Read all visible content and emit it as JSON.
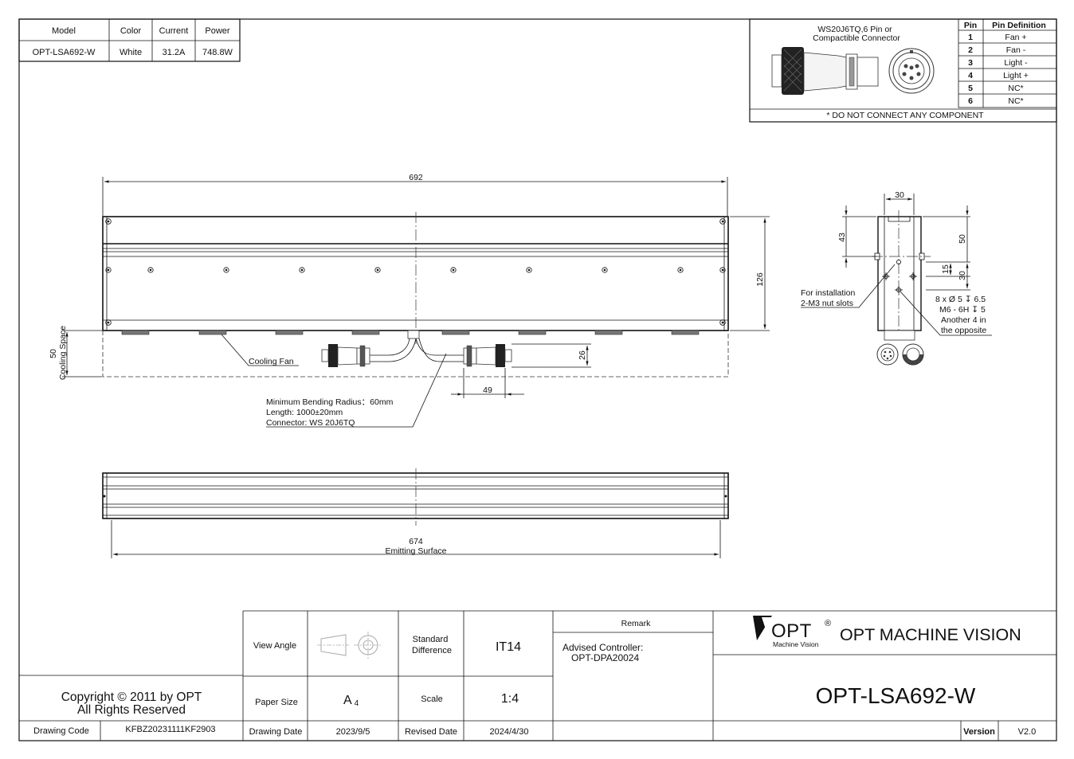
{
  "spec_table": {
    "headers": [
      "Model",
      "Color",
      "Current",
      "Power"
    ],
    "row": [
      "OPT-LSA692-W",
      "White",
      "31.2A",
      "748.8W"
    ]
  },
  "connector": {
    "title_line1": "WS20J6TQ,6 Pin or",
    "title_line2": "Compactible Connector",
    "pin_header": "Pin",
    "def_header": "Pin Definition",
    "pins": [
      {
        "pin": "1",
        "def": "Fan +"
      },
      {
        "pin": "2",
        "def": "Fan -"
      },
      {
        "pin": "3",
        "def": "Light -"
      },
      {
        "pin": "4",
        "def": "Light +"
      },
      {
        "pin": "5",
        "def": "NC*"
      },
      {
        "pin": "6",
        "def": "NC*"
      }
    ],
    "note": "* DO NOT CONNECT ANY COMPONENT"
  },
  "front_view": {
    "dim_length": "692",
    "dim_height": "126",
    "dim_cooling_value": "50",
    "dim_cooling_label": "Cooling Space",
    "cooling_fan_label": "Cooling Fan",
    "dim_cable_height": "26",
    "dim_cable_width": "49",
    "cable_note_1": "Minimum Bending Radius：60mm",
    "cable_note_2": "Length: 1000±20mm",
    "cable_note_3": "Connector: WS 20J6TQ"
  },
  "side_view": {
    "dim_width": "30",
    "dim_43": "43",
    "dim_50": "50",
    "dim_15": "15",
    "dim_30b": "30",
    "install_line1": "For installation",
    "install_line2": "2-M3 nut slots",
    "hole_line1": "8 x Ø 5 ↧ 6.5",
    "hole_line2": "M6 - 6H ↧ 5",
    "hole_line3": "Another 4 in",
    "hole_line4": "the opposite"
  },
  "bottom_view": {
    "dim_emitting": "674",
    "emitting_label": "Emitting Surface"
  },
  "title_block": {
    "view_angle_label": "View Angle",
    "standard_diff_label_1": "Standard",
    "standard_diff_label_2": "Difference",
    "standard_diff_value": "IT14",
    "remark_label": "Remark",
    "remark_line1": "Advised Controller:",
    "remark_line2": "OPT-DPA20024",
    "logo_text": "OPT",
    "logo_reg": "®",
    "logo_sub": "Machine Vision",
    "company": "OPT MACHINE VISION",
    "paper_size_label": "Paper Size",
    "paper_size_value": "A",
    "paper_size_sub": "4",
    "scale_label": "Scale",
    "scale_value": "1:4",
    "product_model": "OPT-LSA692-W",
    "copyright_line1": "Copyright © 2011 by OPT",
    "copyright_line2": "All Rights Reserved",
    "drawing_code_label": "Drawing Code",
    "drawing_code_value": "KFBZ20231111KF2903",
    "drawing_date_label": "Drawing Date",
    "drawing_date_value": "2023/9/5",
    "revised_date_label": "Revised Date",
    "revised_date_value": "2024/4/30",
    "version_label": "Version",
    "version_value": "V2.0"
  }
}
